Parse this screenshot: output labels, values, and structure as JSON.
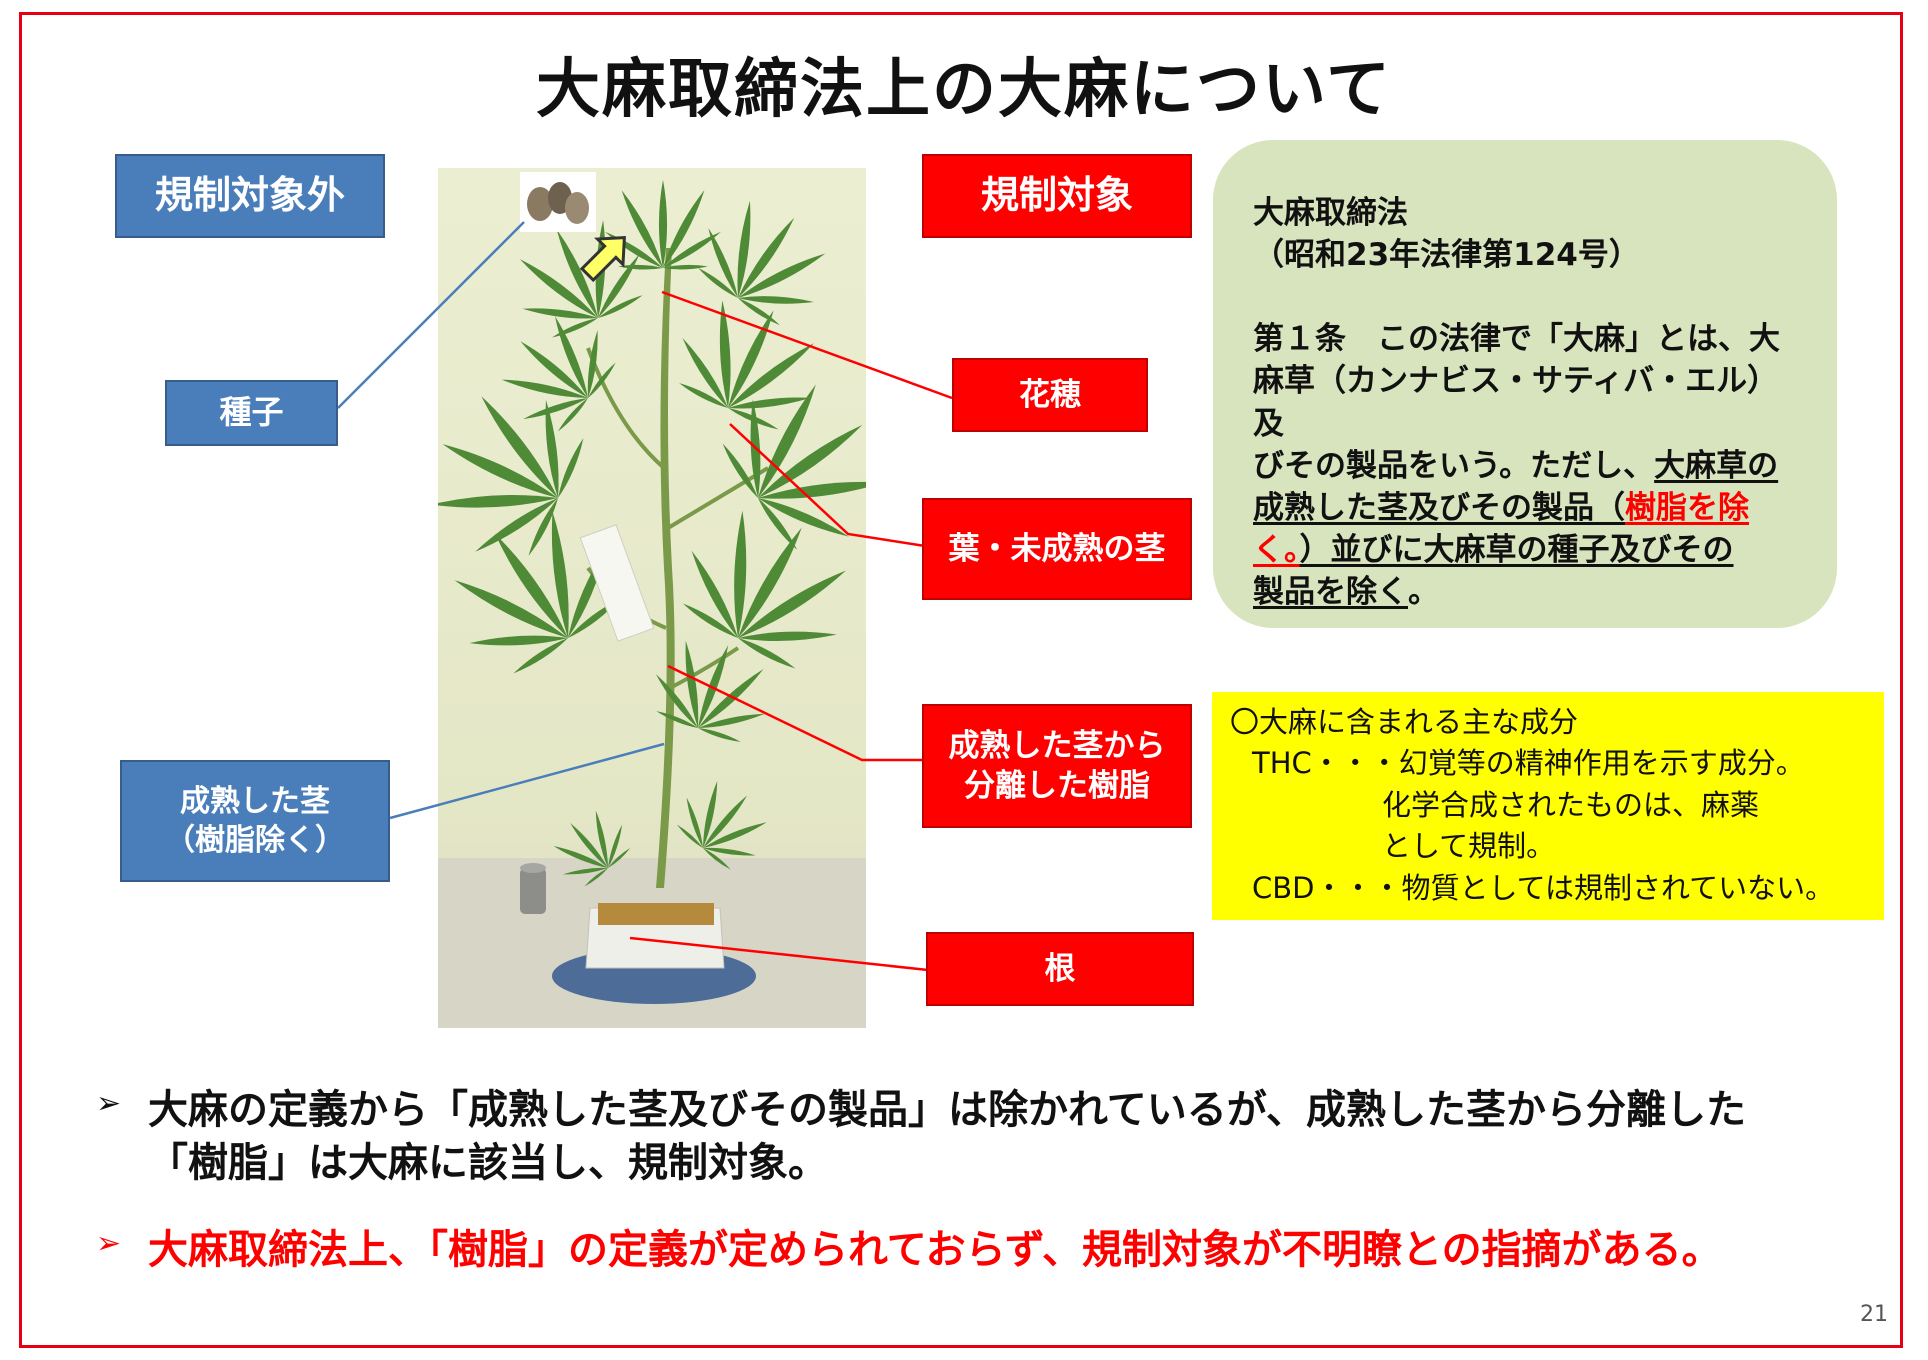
{
  "title": "大麻取締法上の大麻について",
  "labels": {
    "not_regulated": "規制対象外",
    "regulated": "規制対象",
    "seed": "種子",
    "mature_stem_1": "成熟した茎",
    "mature_stem_2": "（樹脂除く）",
    "flower": "花穂",
    "leaf_stem": "葉・未成熟の茎",
    "resin_1": "成熟した茎から",
    "resin_2": "分離した樹脂",
    "root": "根"
  },
  "law_box": {
    "name": "大麻取締法",
    "number": "（昭和23年法律第124号）",
    "a1": "第１条　この法律で「大麻」とは、大",
    "a2": "麻草（カンナビス・サティバ・エル）及",
    "a3a": "びその製品をいう。ただし、",
    "a3b": "大麻草の",
    "a4a": "成熟した茎及びその製品（",
    "a4b": "樹脂を除",
    "a5a": "く。",
    "a5b": "）並びに大麻草の種子及びその",
    "a6a": "製品を除く",
    "a6b": "。"
  },
  "components": {
    "heading": "〇大麻に含まれる主な成分",
    "thc_1": "THC・・・幻覚等の精神作用を示す成分。",
    "thc_2": "化学合成されたものは、麻薬",
    "thc_3": "として規制。",
    "cbd": "CBD・・・物質としては規制されていない。"
  },
  "bullets": [
    {
      "marker": "➢",
      "line1": "大麻の定義から「成熟した茎及びその製品」は除かれているが、成熟した茎から分離した",
      "line2": "「樹脂」は大麻に該当し、規制対象。"
    },
    {
      "marker": "➢",
      "line1": "大麻取締法上、「樹脂」の定義が定められておらず、規制対象が不明瞭との指摘がある。"
    }
  ],
  "page_number": "21",
  "colors": {
    "frame": "#e60012",
    "blue_box": "#4a7ebb",
    "red_box": "#ff0000",
    "green_box": "#d7e4bd",
    "yellow_box": "#ffff00",
    "warning_text": "#ff0000"
  }
}
